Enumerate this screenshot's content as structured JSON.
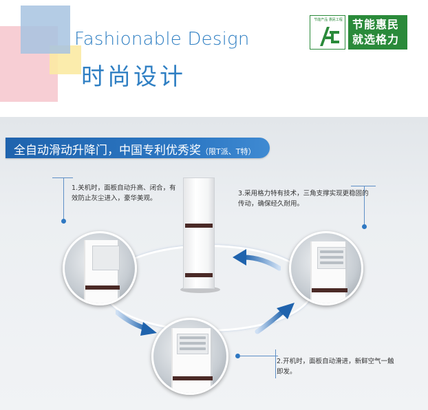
{
  "header": {
    "title_en": "Fashionable Design",
    "title_zh": "时尚设计",
    "logo": {
      "small_text": "节能产品 惠民工程",
      "line1": "节能惠民",
      "line2": "就选格力"
    }
  },
  "banner": {
    "main": "全自动滑动升降门，中国专利优秀奖",
    "sub": "（限T派、T特）"
  },
  "annotations": {
    "step1": "1.关机时，面板自动升高、闭合，有效防止灰尘进入，豪华美观。",
    "step2": "2.开机时，面板自动滑进，新鲜空气一触即发。",
    "step3": "3.采用格力特有技术，三角支撑实现更稳固的传动，确保经久耐用。"
  },
  "colors": {
    "accent": "#2f7fc3",
    "banner": "#1f63ad",
    "logo_green": "#2a8a3a"
  },
  "icons": [
    "energy-label-icon",
    "cycle-arrow-icon"
  ]
}
